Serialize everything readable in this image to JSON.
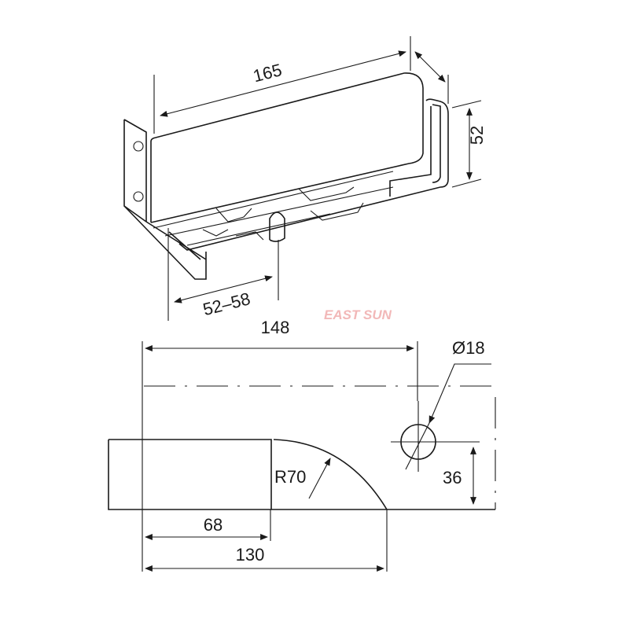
{
  "colors": {
    "line": "#1a1a1a",
    "watermark": "#f2b8b8"
  },
  "isometric_view": {
    "dim_length": "165",
    "dim_height": "52",
    "dim_pivot_range": "52–58"
  },
  "watermark": "EAST SUN",
  "plan_view": {
    "dim_pivot_to_hole": "148",
    "dim_hole_diameter": "Ø18",
    "dim_radius": "R70",
    "dim_hole_offset": "36",
    "dim_flat_length": "68",
    "dim_total_length": "130"
  }
}
